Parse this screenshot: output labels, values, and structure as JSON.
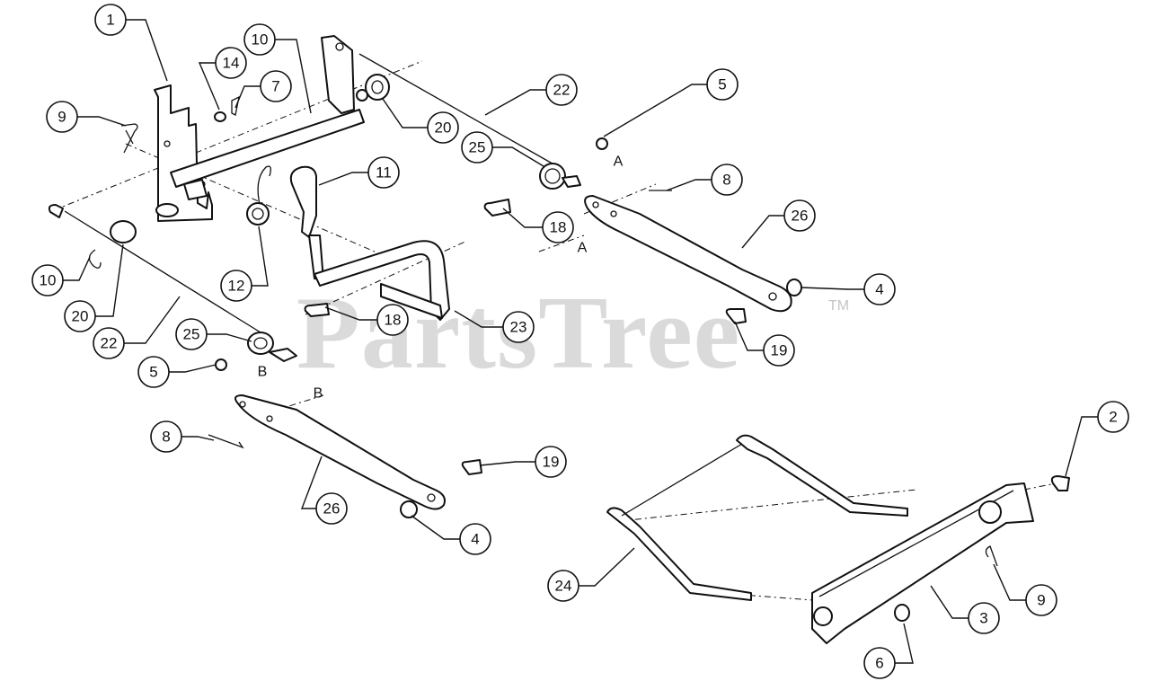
{
  "watermark": {
    "text": "PartsTree",
    "trademark": "TM"
  },
  "callouts": [
    "1",
    "14",
    "10",
    "7",
    "9",
    "22",
    "5",
    "20",
    "25",
    "11",
    "8",
    "26",
    "18",
    "12",
    "10",
    "20",
    "22",
    "18",
    "23",
    "25",
    "5",
    "4",
    "19",
    "8",
    "19",
    "26",
    "4",
    "2",
    "24",
    "9",
    "3",
    "6"
  ],
  "reference_labels": [
    "A",
    "A",
    "B",
    "B"
  ]
}
